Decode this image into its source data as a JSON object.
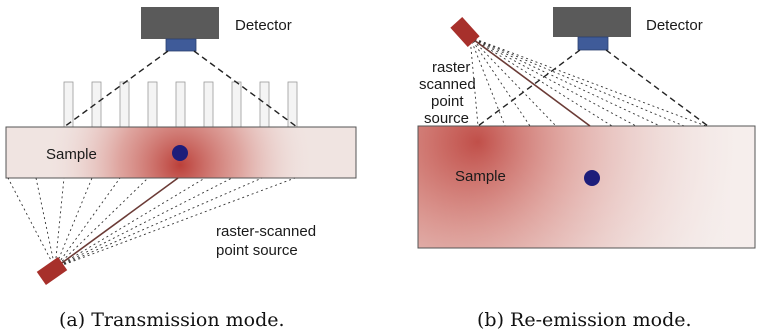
{
  "panel_a": {
    "detector_label": "Detector",
    "sample_label": "Sample",
    "source_label_line1": "raster-scanned",
    "source_label_line2": "point source",
    "caption": "(a) Transmission mode."
  },
  "panel_b": {
    "detector_label": "Detector",
    "sample_label": "Sample",
    "source_label_line1": "raster",
    "source_label_line2": "scanned",
    "source_label_line3": "point",
    "source_label_line4": "source",
    "caption": "(b) Re-emission mode."
  },
  "colors": {
    "detector_body": "#5a5a5a",
    "detector_window": "#3f5b99",
    "source": "#a7302b",
    "target": "#1d1d7a",
    "sample_base": "#f0e4e1",
    "sample_glow": "#b2231c"
  }
}
